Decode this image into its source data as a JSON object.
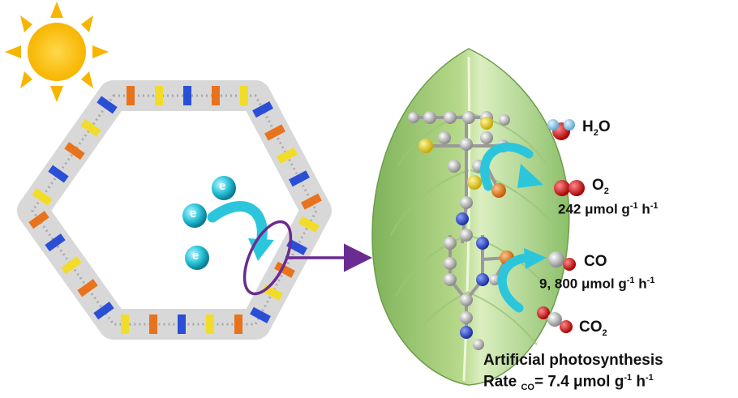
{
  "electrons": [
    "e",
    "e",
    "e"
  ],
  "products": {
    "h2o": {
      "main": "H",
      "sub": "2",
      "tail": "O"
    },
    "o2": {
      "main": "O",
      "sub": "2",
      "rate": "242 μmol g",
      "sup1": "-1",
      "mid": " h",
      "sup2": "-1"
    },
    "co": {
      "label": "CO",
      "rate": "9, 800 μmol g",
      "sup1": "-1",
      "mid": " h",
      "sup2": "-1"
    },
    "co2": {
      "main": "CO",
      "sub": "2"
    }
  },
  "caption": {
    "line1": "Artificial photosynthesis",
    "rate_prefix": "Rate ",
    "rate_sub": "CO",
    "rate_value": "= 7.4 μmol g",
    "sup1": "-1",
    "mid": " h",
    "sup2": "-1"
  },
  "colors": {
    "sun": "#f7b500",
    "leaf_light": "#cfe6a6",
    "leaf_dark": "#5e9b3f",
    "cyan_arrow": "#2cc6dc",
    "purple": "#6a2c91",
    "framework_orange": "#e8731c",
    "framework_yellow": "#f2dc2a",
    "framework_blue": "#2a4fd6",
    "atom_red": "#d81a1a",
    "atom_grey": "#bcbcbc"
  }
}
